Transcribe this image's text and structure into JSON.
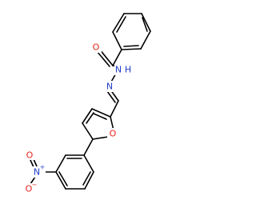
{
  "atoms": {
    "o_carbonyl": {
      "text": "O",
      "color": "#e8231c"
    },
    "n_amide": {
      "text": "N",
      "color": "#1e3cc8"
    },
    "n_amide_h": {
      "text": "H",
      "color": "#1e3cc8"
    },
    "n_imine": {
      "text": "N",
      "color": "#1e3cc8"
    },
    "o_furan": {
      "text": "O",
      "color": "#e8231c"
    },
    "n_nitro": {
      "text": "N",
      "color": "#1e3cc8"
    },
    "n_nitro_charge": {
      "text": "+",
      "color": "#1e3cc8"
    },
    "o_nitro_double": {
      "text": "O",
      "color": "#e8231c"
    },
    "o_nitro_single": {
      "text": "O",
      "color": "#e8231c"
    },
    "o_nitro_charge": {
      "text": "−",
      "color": "#e8231c"
    }
  },
  "colors": {
    "bond": "#000000",
    "nitrogen": "#1e3cc8",
    "oxygen": "#e8231c",
    "background": "#ffffff"
  }
}
